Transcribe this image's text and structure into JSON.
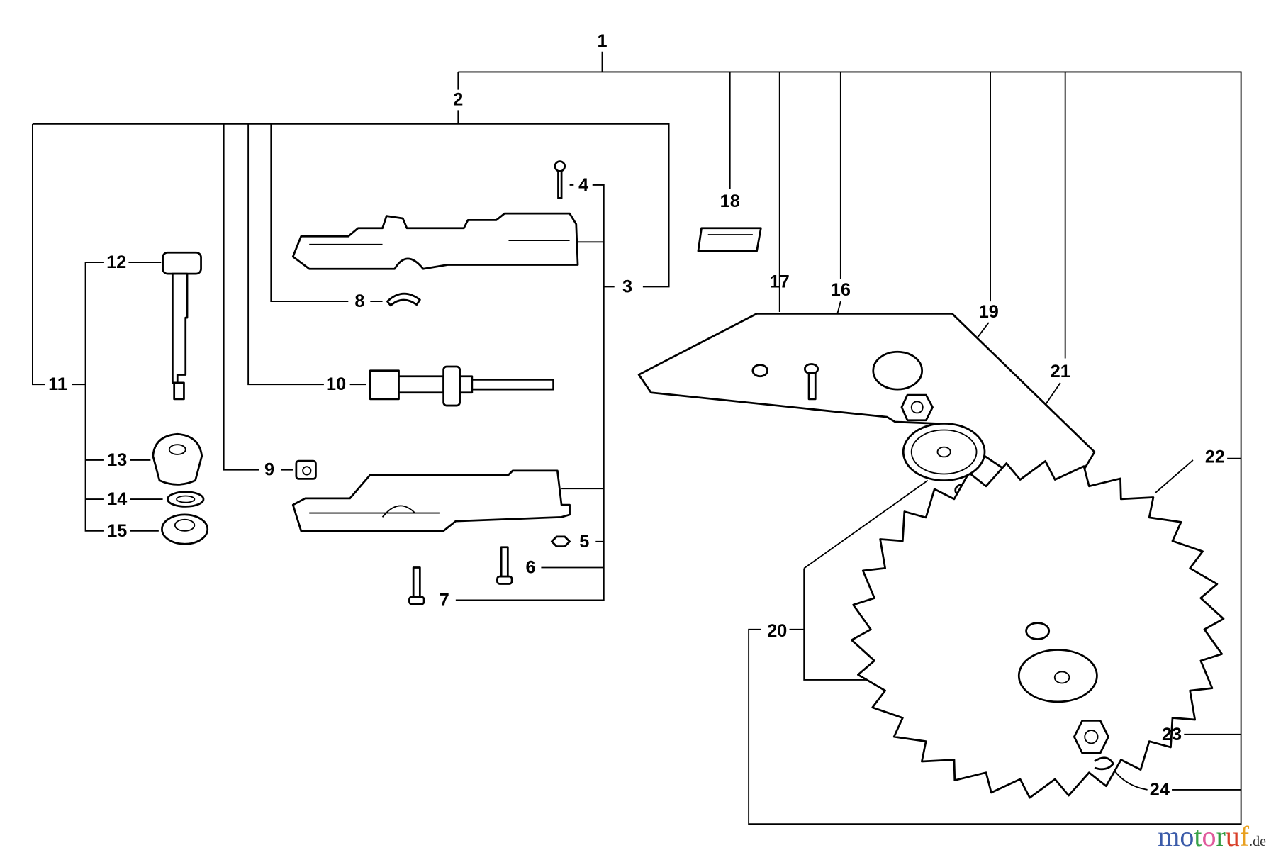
{
  "diagram": {
    "labels": {
      "l1": "1",
      "l2": "2",
      "l3": "3",
      "l4": "4",
      "l5": "5",
      "l6": "6",
      "l7": "7",
      "l8": "8",
      "l9": "9",
      "l10": "10",
      "l11": "11",
      "l12": "12",
      "l13": "13",
      "l14": "14",
      "l15": "15",
      "l16": "16",
      "l17": "17",
      "l18": "18",
      "l19": "19",
      "l20": "20",
      "l21": "21",
      "l22": "22",
      "l23": "23",
      "l24": "24"
    },
    "blade_teeth": 30
  },
  "logo": {
    "text": "motoruf",
    "suffix": ".de",
    "colors": [
      "#3b5ba9",
      "#3b5ba9",
      "#3aa34a",
      "#e05a9c",
      "#2f9a3e",
      "#d8402a",
      "#e8a020"
    ]
  }
}
